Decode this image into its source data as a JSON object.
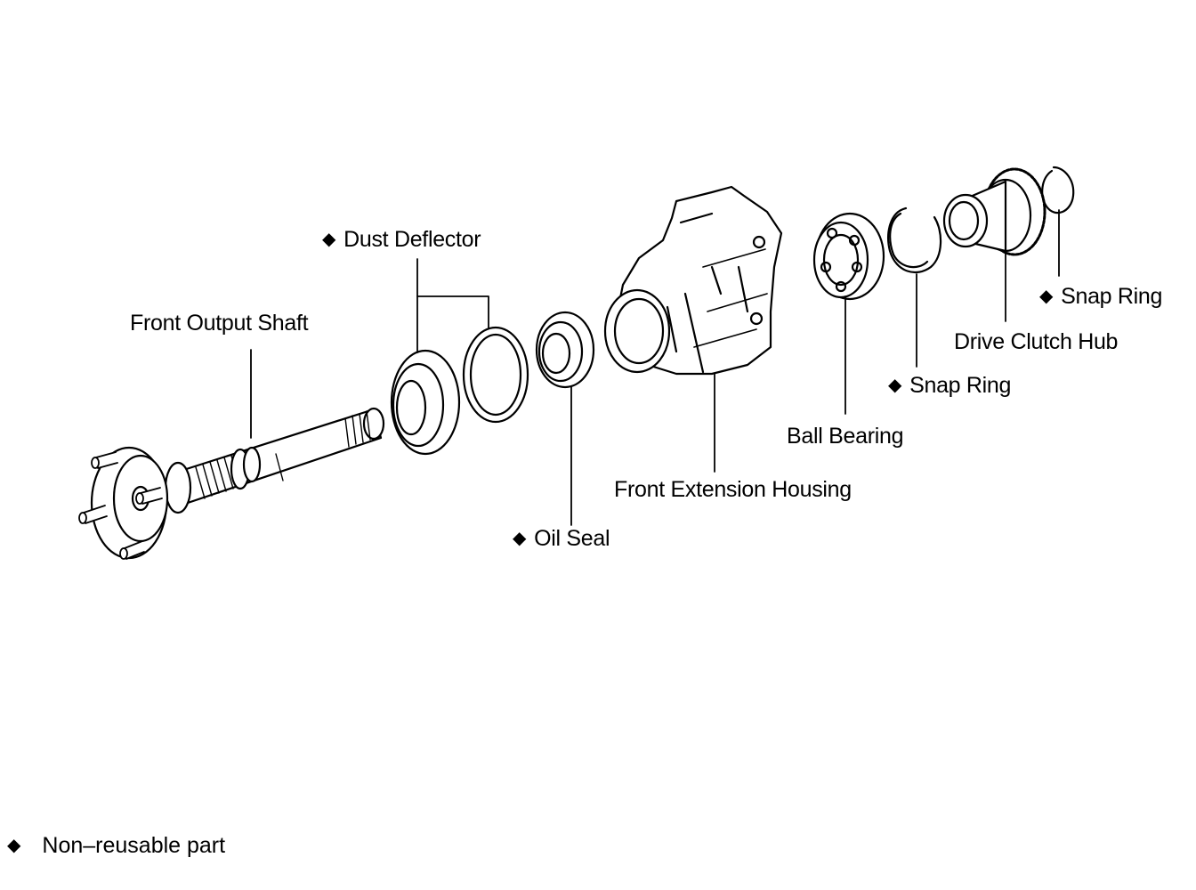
{
  "diagram": {
    "marker_symbol": "◆",
    "parts": {
      "front_output_shaft": "Front Output Shaft",
      "dust_deflector": "Dust Deflector",
      "oil_seal": "Oil Seal",
      "front_extension_housing": "Front Extension Housing",
      "ball_bearing": "Ball Bearing",
      "snap_ring_1": "Snap Ring",
      "drive_clutch_hub": "Drive Clutch Hub",
      "snap_ring_2": "Snap Ring"
    },
    "legend": {
      "text": "Non–reusable part"
    }
  }
}
